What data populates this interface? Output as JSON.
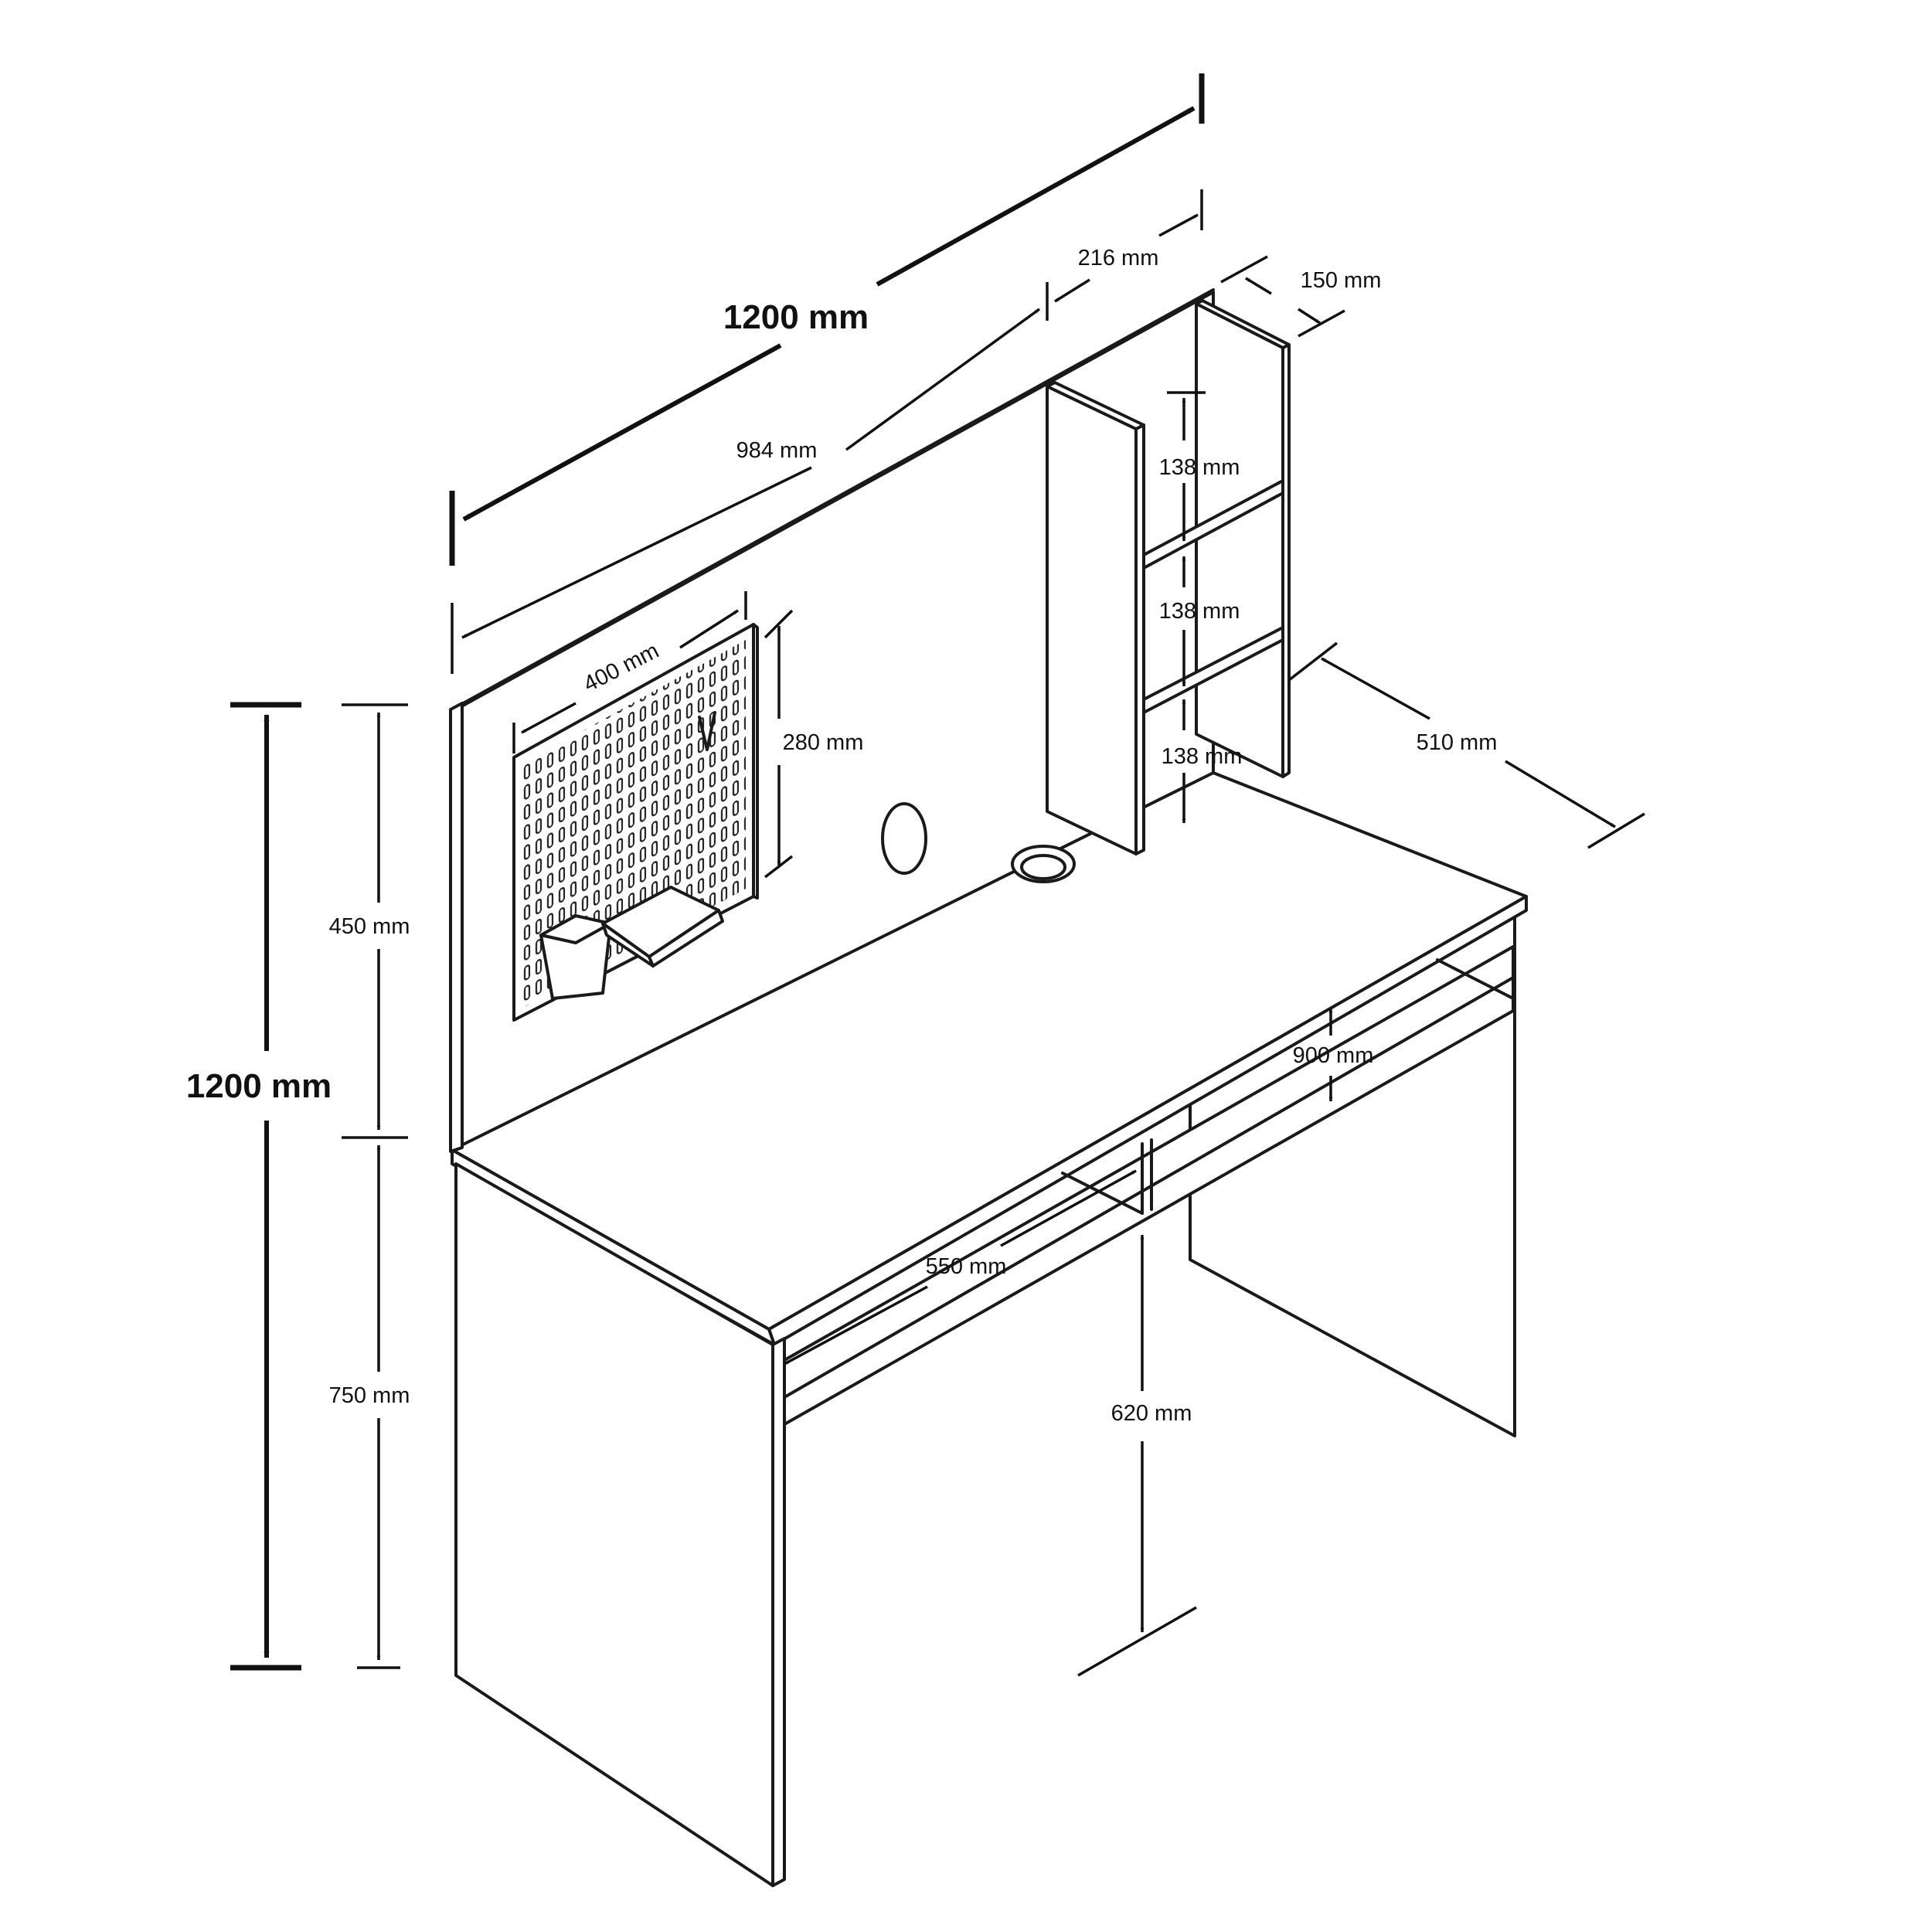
{
  "dimensions": {
    "overall_width": "1200 mm",
    "overall_height": "1200 mm",
    "back_panel_width": "984 mm",
    "shelf_unit_width": "216 mm",
    "shelf_depth": "150 mm",
    "shelf_spacing_1": "138 mm",
    "shelf_spacing_2": "138 mm",
    "shelf_spacing_3": "138 mm",
    "pegboard_width": "400 mm",
    "pegboard_height": "280 mm",
    "hutch_height": "450 mm",
    "desk_height": "750 mm",
    "desk_depth": "510 mm",
    "crossbar_width": "900 mm",
    "knee_opening_width": "550 mm",
    "knee_clearance_height": "620 mm"
  }
}
